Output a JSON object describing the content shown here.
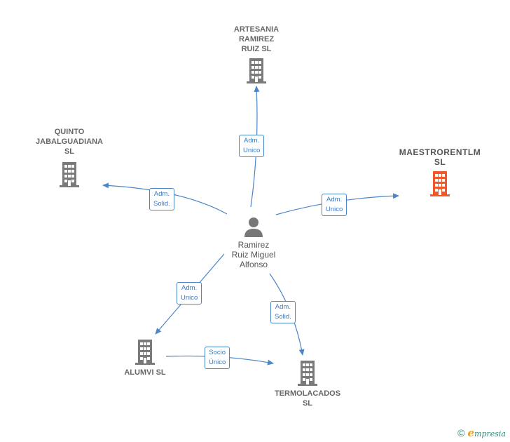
{
  "colors": {
    "edge": "#4a86c8",
    "building": "#7a7a7a",
    "highlight": "#f05a2a",
    "person": "#777777"
  },
  "center": {
    "name": [
      "Ramirez",
      "Ruiz Miguel",
      "Alfonso"
    ],
    "icon": "person-icon"
  },
  "companies": {
    "artesania": {
      "name": [
        "ARTESANIA",
        "RAMIREZ",
        "RUIZ SL"
      ]
    },
    "quinto": {
      "name": [
        "QUINTO",
        "JABALGUADIANA",
        "SL"
      ]
    },
    "maestro": {
      "name": [
        "MAESTRORENTLM",
        "SL"
      ]
    },
    "alumvi": {
      "name": [
        "ALUMVI SL"
      ]
    },
    "termo": {
      "name": [
        "TERMOLACADOS",
        "SL"
      ]
    }
  },
  "relations": {
    "artesania": [
      "Adm.",
      "Unico"
    ],
    "quinto": [
      "Adm.",
      "Solid."
    ],
    "maestro": [
      "Adm.",
      "Unico"
    ],
    "alumvi": [
      "Adm.",
      "Unico"
    ],
    "termo": [
      "Adm.",
      "Solid."
    ],
    "alumvi_termo": [
      "Socio",
      "Único"
    ]
  },
  "footer": {
    "copyright": "©",
    "brand_initial": "e",
    "brand_rest": "mpresia"
  }
}
